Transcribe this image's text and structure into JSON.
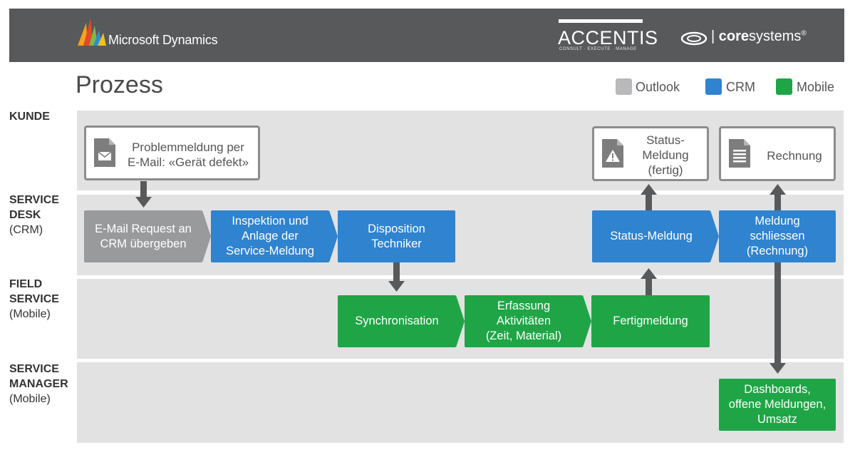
{
  "header": {
    "ms_brand": "Microsoft Dynamics",
    "accentis_name": "ACCENTIS",
    "accentis_tagline": "CONSULT · EXECUTE · MANAGE",
    "cs_prefix": "| ",
    "cs_bold": "core",
    "cs_rest": "systems",
    "cs_mark": "®"
  },
  "title": "Prozess",
  "legend": [
    {
      "label": "Outlook",
      "color": "#b9b9bb"
    },
    {
      "label": "CRM",
      "color": "#2f83cf"
    },
    {
      "label": "Mobile",
      "color": "#1fa546"
    }
  ],
  "lanes": {
    "kunde": {
      "bold": "KUNDE",
      "sub": ""
    },
    "service_desk": {
      "bold1": "SERVICE",
      "bold2": "DESK",
      "sub": "(CRM)"
    },
    "field_service": {
      "bold1": "FIELD",
      "bold2": "SERVICE",
      "sub": "(Mobile)"
    },
    "service_manager": {
      "bold1": "SERVICE",
      "bold2": "MANAGER",
      "sub": "(Mobile)"
    }
  },
  "kunde_boxes": {
    "problem": {
      "line1": "Problemmeldung per",
      "line2": "E-Mail: «Gerät defekt»",
      "icon": "mail-document-icon"
    },
    "status": {
      "line1": "Status-",
      "line2": "Meldung",
      "line3": "(fertig)",
      "icon": "warning-document-icon"
    },
    "rechnung": {
      "line1": "Rechnung",
      "icon": "text-document-icon"
    }
  },
  "steps": {
    "email_request": {
      "line1": "E-Mail Request an",
      "line2": "CRM übergeben"
    },
    "inspektion": {
      "line1": "Inspektion und",
      "line2": "Anlage der",
      "line3": "Service-Meldung"
    },
    "disposition": {
      "line1": "Disposition",
      "line2": "Techniker"
    },
    "status_meldung": {
      "line1": "Status-Meldung"
    },
    "meldung_schliessen": {
      "line1": "Meldung",
      "line2": "schliessen",
      "line3": "(Rechnung)"
    },
    "synchronisation": {
      "line1": "Synchronisation"
    },
    "erfassung": {
      "line1": "Erfassung",
      "line2": "Aktivitäten",
      "line3": "(Zeit, Material)"
    },
    "fertigmeldung": {
      "line1": "Fertigmeldung"
    },
    "dashboards": {
      "line1": "Dashboards,",
      "line2": "offene Meldungen,",
      "line3": "Umsatz"
    }
  }
}
